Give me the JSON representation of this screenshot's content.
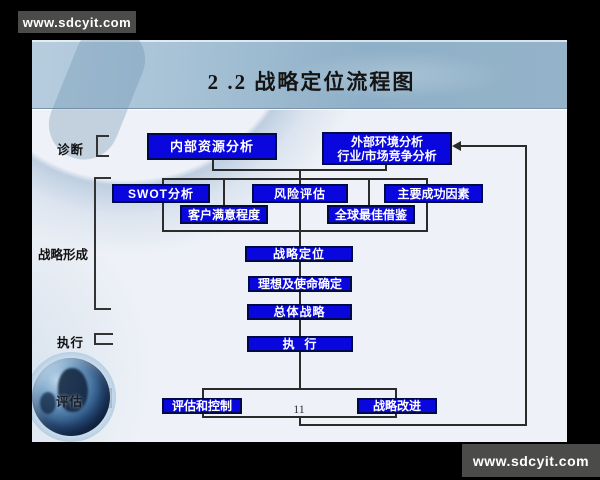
{
  "banners": {
    "top": "www.sdcyit.com",
    "bottom": "www.sdcyit.com"
  },
  "slide": {
    "title": "2 .2  战略定位流程图",
    "page_number": "11"
  },
  "stages": {
    "diagnosis": "诊断",
    "formation": "战略形成",
    "execution": "执行",
    "evaluation": "评估"
  },
  "boxes": {
    "internal_analysis": "内部资源分析",
    "external_analysis_line1": "外部环境分析",
    "external_analysis_line2": "行业/市场竞争分析",
    "swot": "SWOT分析",
    "risk_assessment": "风险评估",
    "key_success_factors": "主要成功因素",
    "customer_satisfaction": "客户满意程度",
    "global_benchmark": "全球最佳借鉴",
    "strategic_positioning": "战略定位",
    "vision_mission": "理想及使命确定",
    "overall_strategy": "总体战略",
    "execute": "执  行",
    "evaluation_control": "评估和控制",
    "strategy_improvement": "战略改进"
  },
  "colors": {
    "box_fill": "#0a07de",
    "box_border": "#000a46",
    "connector_line": "#2b2b2b",
    "title_band": "#9bb6ca",
    "banner_bg": "#4b4b4a",
    "slide_bg": "#eef1f7",
    "background": "#000000"
  }
}
